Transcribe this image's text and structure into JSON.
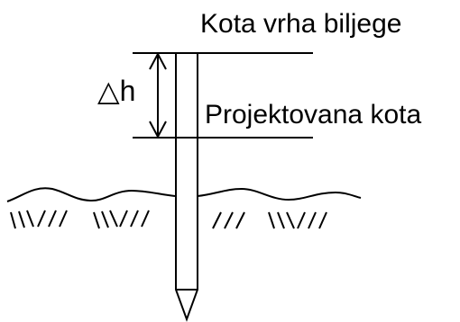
{
  "labels": {
    "top_elevation": "Kota vrha biljege",
    "design_elevation": "Projektovana kota",
    "delta_symbol": "△",
    "delta_letter": "h"
  },
  "colors": {
    "ink": "#000000",
    "background": "#ffffff"
  }
}
